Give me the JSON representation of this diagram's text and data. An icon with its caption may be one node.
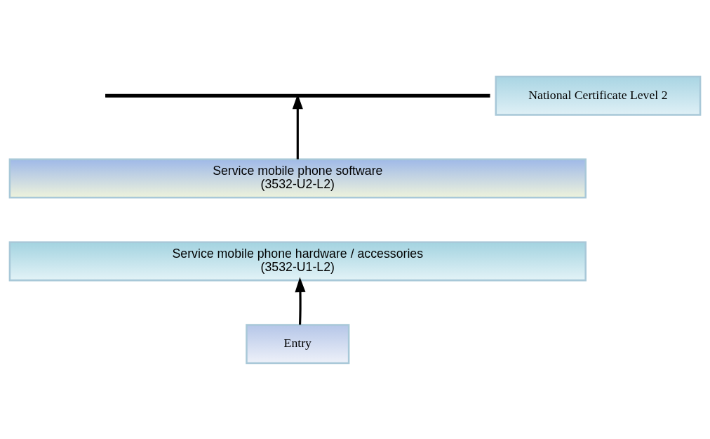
{
  "diagram": {
    "nodes": [
      {
        "text": [],
        "shape": "bar"
      },
      {
        "text": [
          "National Certificate Level 2"
        ]
      },
      {
        "text": [
          "Service mobile phone software",
          "(3532-U2-L2)"
        ]
      },
      {
        "text": [
          "Service mobile phone hardware / accessories",
          "(3532-U1-L2)"
        ]
      },
      {
        "text": [
          "Entry"
        ]
      }
    ],
    "edges": [
      {
        "from": 2,
        "to": 0,
        "arrow": "to"
      },
      {
        "from": 4,
        "to": 3,
        "arrow": "to"
      }
    ]
  }
}
